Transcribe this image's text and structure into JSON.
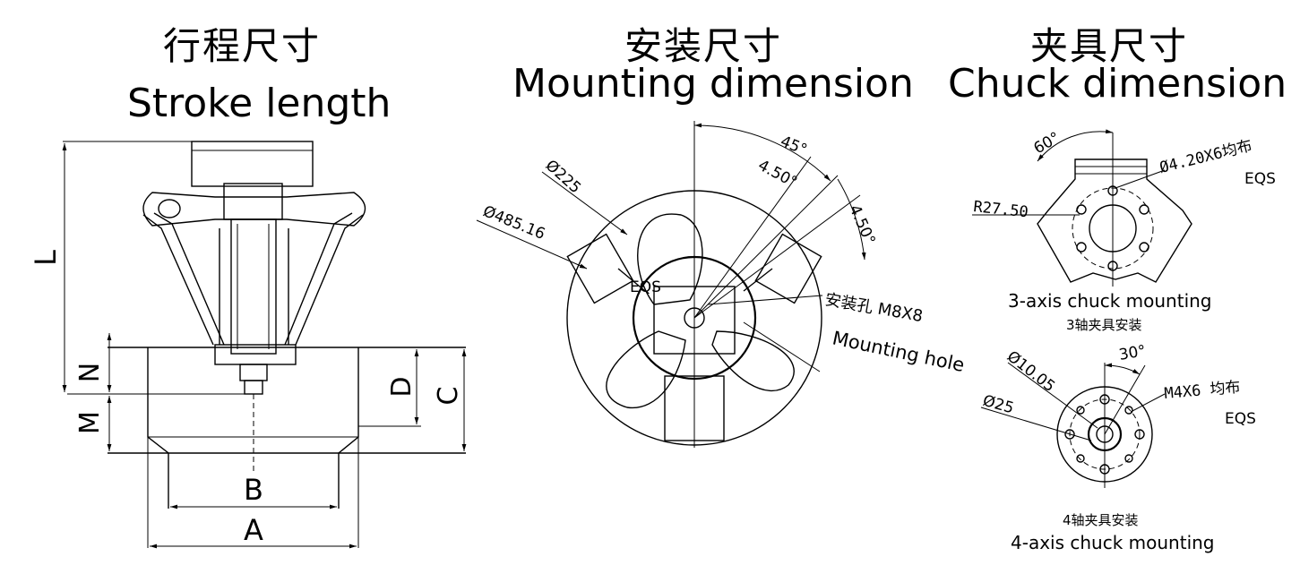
{
  "sections": {
    "stroke": {
      "title_zh": "行程尺寸",
      "title_en": "Stroke length"
    },
    "mounting": {
      "title_zh": "安装尺寸",
      "title_en": "Mounting dimension"
    },
    "chuck": {
      "title_zh": "夹具尺寸",
      "title_en": "Chuck dimension"
    }
  },
  "stroke_labels": {
    "L": "L",
    "N": "N",
    "M": "M",
    "D": "D",
    "C": "C",
    "B": "B",
    "A": "A"
  },
  "mounting_labels": {
    "angle_45": "45°",
    "angle_4_50_a": "4.50°",
    "angle_4_50_b": "4.50°",
    "dia_225": "Ø225",
    "dia_485": "Ø485.16",
    "eqs": "EQS",
    "hole_zh": "安装孔 M8X8",
    "hole_en": "Mounting hole"
  },
  "chuck3": {
    "angle_60": "60°",
    "holes": "Ø4.20X6均布",
    "eqs": "EQS",
    "radius": "R27.50",
    "caption_en": "3-axis chuck mounting",
    "caption_zh": "3轴夹具安装"
  },
  "chuck4": {
    "dia_10": "Ø10.05",
    "dia_25": "Ø25",
    "angle_30": "30°",
    "holes": "M4X6 均布",
    "eqs": "EQS",
    "caption_zh": "4轴夹具安装",
    "caption_en": "4-axis chuck mounting"
  }
}
